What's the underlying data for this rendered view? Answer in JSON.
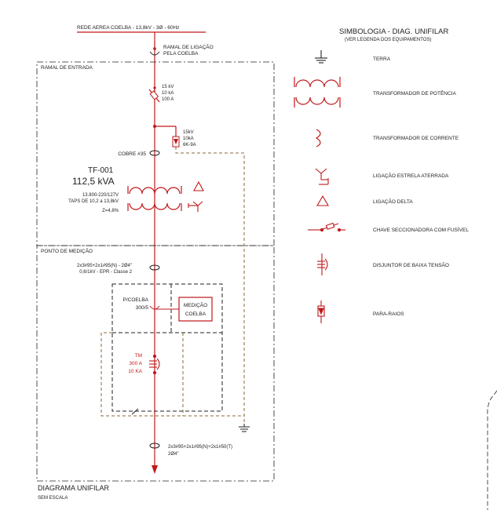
{
  "colors": {
    "red": "#c0181a",
    "brown": "#8a6a3a",
    "black": "#222222"
  },
  "supply": {
    "title": "REDE AEREA COELBA - 13,8kV - 3Ø - 60Hz"
  },
  "connection_point": {
    "line1": "RAMAL DE LIGAÇÃO",
    "line2": "PELA COELBA"
  },
  "zone_ramal": {
    "label": "RAMAL DE ENTRADA"
  },
  "fuse": {
    "l1": "15 kV",
    "l2": "10 kA",
    "l3": "100 A"
  },
  "surge": {
    "l1": "15kV",
    "l2": "10kA",
    "l3": "6K-9A"
  },
  "copper": {
    "label": "COBRE #35"
  },
  "transformer": {
    "id": "TF-001",
    "power": "112,5 kVA",
    "voltage": "13.800-220/127V",
    "taps": "TAPS DE 10,2 a 13,8kV",
    "impedance": "Z=4,8%"
  },
  "zone_medicao": {
    "label": "PONTO DE MEDIÇÃO"
  },
  "cable1": {
    "l1": "2x3#95+2x1#95(N) - 2Ø4\"",
    "l2": "0,6/1kV - EPR - Classe 2"
  },
  "ct_note": {
    "l1": "P/COELBA",
    "l2": "300/5"
  },
  "metering": {
    "l1": "MEDIÇÃO",
    "l2": "COELBA"
  },
  "breaker": {
    "l1": "TM",
    "l2": "300 A",
    "l3": "10 KA"
  },
  "cable2": {
    "l1": "2x3#95+2x1#95(N)+2x1#50(T)",
    "l2": "2Ø4\""
  },
  "footer": {
    "title": "DIAGRAMA UNIFILAR",
    "subtitle": "SEM ESCALA"
  },
  "legend": {
    "title": "SIMBOLOGIA - DIAG. UNIFILAR",
    "subtitle": "(VER LEGENDA DOS EQUIPAMENTOS)",
    "items": [
      {
        "icon": "ground-icon",
        "label": "TERRA"
      },
      {
        "icon": "power-transformer-icon",
        "label": "TRANSFORMADOR DE POTÊNCIA"
      },
      {
        "icon": "current-transformer-icon",
        "label": "TRANSFORMADOR DE CORRENTE"
      },
      {
        "icon": "wye-grounded-icon",
        "label": "LIGAÇÃO ESTRELA ATERRADA"
      },
      {
        "icon": "delta-icon",
        "label": "LIGAÇÃO DELTA"
      },
      {
        "icon": "fused-switch-icon",
        "label": "CHAVE SECCIONADORA COM FUSÍVEL"
      },
      {
        "icon": "lv-breaker-icon",
        "label": "DISJUNTOR DE BAIXA TENSÃO"
      },
      {
        "icon": "surge-arrester-icon",
        "label": "PARA-RAIOS"
      }
    ]
  }
}
